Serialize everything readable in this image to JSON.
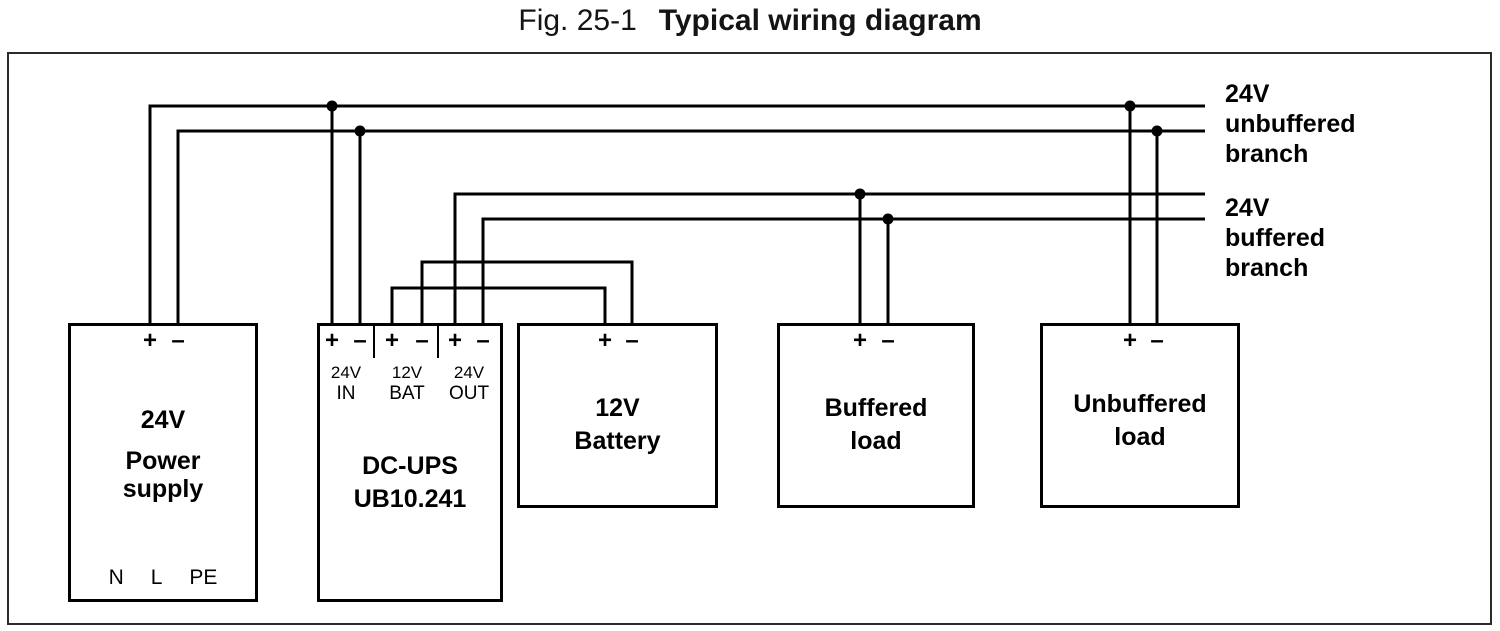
{
  "title": {
    "fig": "Fig. 25-1",
    "text": "Typical wiring diagram"
  },
  "branch_labels": {
    "unbuffered": [
      "24V",
      "unbuffered",
      "branch"
    ],
    "buffered": [
      "24V",
      "buffered",
      "branch"
    ]
  },
  "power_supply": {
    "plus": "+",
    "minus": "–",
    "voltage": "24V",
    "name_line1": "Power",
    "name_line2": "supply",
    "bottom_terminals": [
      "N",
      "L",
      "PE"
    ]
  },
  "dc_ups": {
    "terminals": [
      "+",
      "–",
      "+",
      "–",
      "+",
      "–"
    ],
    "group_voltages": [
      "24V",
      "12V",
      "24V"
    ],
    "group_names": [
      "IN",
      "BAT",
      "OUT"
    ],
    "name_line1": "DC-UPS",
    "name_line2": "UB10.241"
  },
  "battery": {
    "plus": "+",
    "minus": "–",
    "line1": "12V",
    "line2": "Battery"
  },
  "buffered_load": {
    "plus": "+",
    "minus": "–",
    "line1": "Buffered",
    "line2": "load"
  },
  "unbuffered_load": {
    "plus": "+",
    "minus": "–",
    "line1": "Unbuffered",
    "line2": "load"
  },
  "colors": {
    "wire": "#000000",
    "background": "#ffffff"
  }
}
